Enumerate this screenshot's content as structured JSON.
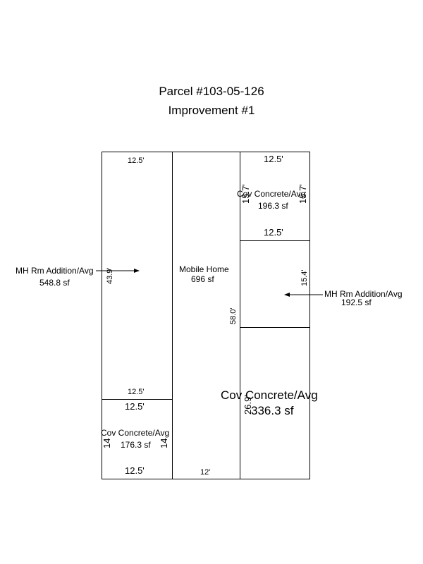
{
  "title": "Parcel #103-05-126",
  "subtitle": "Improvement #1",
  "areas": {
    "mh_left": {
      "name": "MH Rm Addition/Avg",
      "area": "548.8 sf"
    },
    "mobile_home": {
      "name": "Mobile Home",
      "area": "696 sf"
    },
    "cov_top_right": {
      "name": "Cov Concrete/Avg",
      "area": "196.3 sf"
    },
    "mh_right": {
      "name": "MH Rm Addition/Avg",
      "area": "192.5 sf"
    },
    "cov_bottom_right": {
      "name": "Cov Concrete/Avg",
      "area": "336.3 sf"
    },
    "cov_bottom_left": {
      "name": "Cov Concrete/Avg",
      "area": "176.3 sf"
    }
  },
  "dimensions": {
    "left_top": "12.5'",
    "left_side": "43.9'",
    "left_mid": "12.5'",
    "cov_left_top": "12.5'",
    "cov_left_bottom": "12.5'",
    "cov_left_l": "14",
    "cov_left_r": "14",
    "mh_bottom": "12'",
    "mh_side": "58.0'",
    "tr_top": "12.5'",
    "tr_bottom": "12.5'",
    "tr_left": "15.7'",
    "tr_right": "15.7'",
    "mhr_side": "15.4'",
    "br_side": "26.9'"
  }
}
